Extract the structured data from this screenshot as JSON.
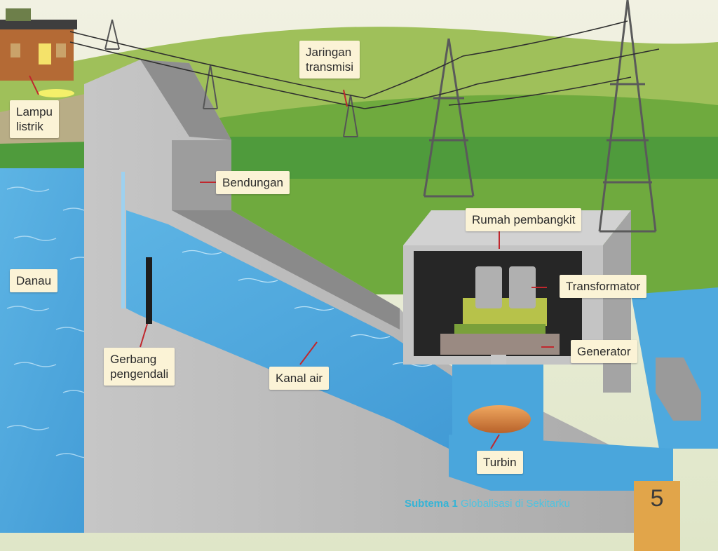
{
  "labels": {
    "lampu": [
      "Lampu",
      "listrik"
    ],
    "jaringan": [
      "Jaringan",
      "transmisi"
    ],
    "bendungan": "Bendungan",
    "rumah": "Rumah pembangkit",
    "danau": "Danau",
    "transformator": "Transformator",
    "generator": "Generator",
    "gerbang": [
      "Gerbang",
      "pengendali"
    ],
    "kanal": "Kanal air",
    "turbin": "Turbin"
  },
  "footer": {
    "subtema_label": "Subtema 1",
    "subtema_title": "Globalisasi di Sekitarku",
    "page_number": "5"
  },
  "colors": {
    "sky": "#e9ecd6",
    "hill": "#7fae3a",
    "water": "#4aa6dc",
    "dam": "#b8b8b8",
    "callout_bg": "#fbf3d6",
    "page_box": "#e1a54a",
    "accent": "#35b4d6"
  }
}
